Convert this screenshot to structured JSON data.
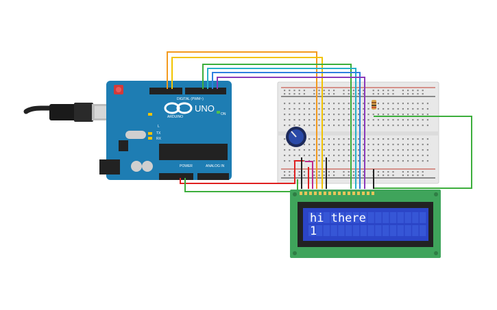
{
  "arduino": {
    "brand": "ARDUINO",
    "model": "UNO",
    "digital_label": "DIGITAL (PWM~)",
    "power_label": "POWER",
    "analog_label": "ANALOG IN",
    "on_label": "ON",
    "tx_label": "TX",
    "rx_label": "RX",
    "l_label": "L"
  },
  "lcd": {
    "line1": "hi there",
    "line2": "1"
  },
  "colors": {
    "board": "#1e7db3",
    "breadboard": "#e8e8e8",
    "lcd_pcb": "#3fa45b",
    "lcd_screen": "#2b45c7",
    "wire_red": "#e02020",
    "wire_green": "#3cae3c",
    "wire_orange": "#f39a1e",
    "wire_yellow": "#f2c400",
    "wire_blue": "#2e7fe0",
    "wire_cyan": "#27b0c8",
    "wire_purple": "#8a3ab9",
    "wire_black": "#222222",
    "wire_magenta": "#c0298a"
  }
}
